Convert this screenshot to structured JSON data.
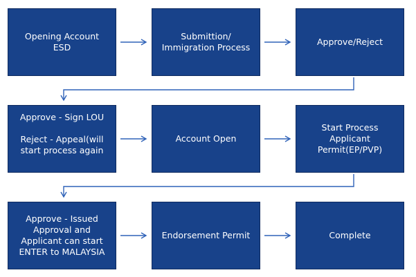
{
  "diagram": {
    "accent_fill": "#18428a",
    "arrow_color": "#2f62b8",
    "rows": [
      {
        "steps": [
          {
            "name": "step-opening-account",
            "lines": [
              "Opening Account",
              "ESD"
            ]
          },
          {
            "name": "step-submission-immigration",
            "lines": [
              "Submittion/",
              "Immigration Process"
            ]
          },
          {
            "name": "step-approve-reject",
            "lines": [
              "Approve/Reject"
            ]
          }
        ]
      },
      {
        "steps": [
          {
            "name": "step-approve-sign-lou",
            "lines": [
              "Approve - Sign LOU",
              "",
              "Reject - Appeal(will",
              "start process again"
            ]
          },
          {
            "name": "step-account-open",
            "lines": [
              "Account Open"
            ]
          },
          {
            "name": "step-start-process",
            "lines": [
              "Start Process",
              "Applicant",
              "Permit(EP/PVP)"
            ]
          }
        ]
      },
      {
        "steps": [
          {
            "name": "step-approve-issued",
            "lines": [
              "Approve - Issued",
              "Approval and",
              "Applicant can start",
              "ENTER to MALAYSIA"
            ]
          },
          {
            "name": "step-endorsement-permit",
            "lines": [
              "Endorsement Permit"
            ]
          },
          {
            "name": "step-complete",
            "lines": [
              "Complete"
            ]
          }
        ]
      }
    ]
  }
}
